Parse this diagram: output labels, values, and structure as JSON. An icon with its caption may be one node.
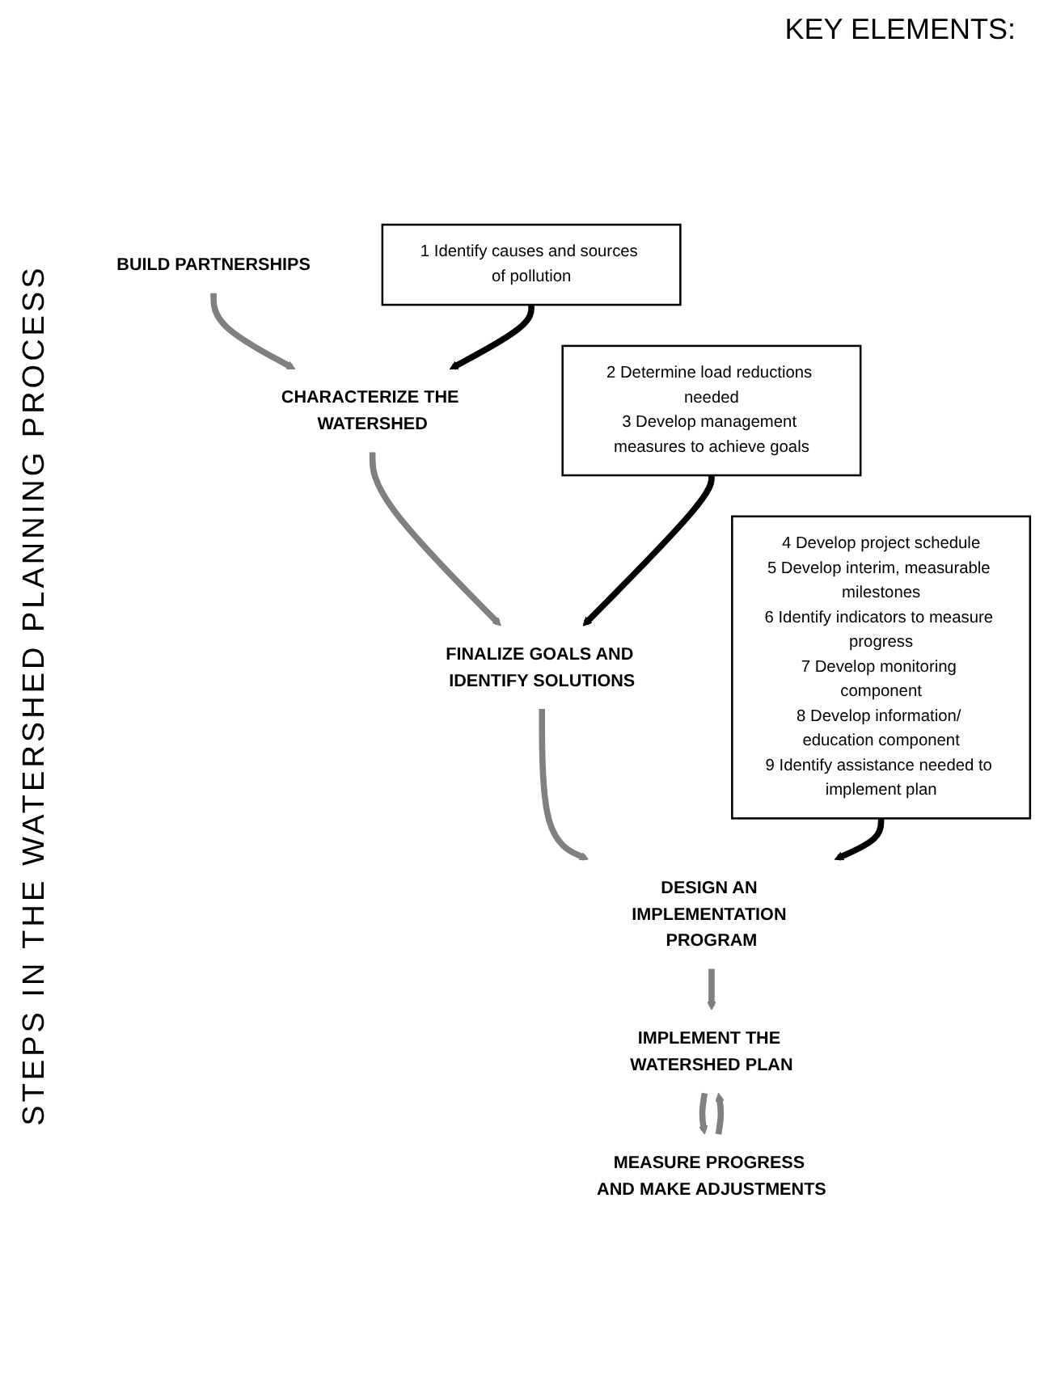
{
  "diagram": {
    "nodes": [
      {
        "text": [
          "BUILD PARTNERSHIPS"
        ]
      },
      {
        "text": [
          "CHARACTERIZE THE WATERSHED"
        ]
      },
      {
        "text": [
          "FINALIZE GOALS AND IDENTIFY SOLUTIONS"
        ]
      },
      {
        "text": [
          "DESIGN AN IMPLEMENTATION PROGRAM"
        ]
      },
      {
        "text": [
          "IMPLEMENT THE WATERSHED PLAN"
        ]
      },
      {
        "text": [
          "MEASURE PROGRESS AND MAKE ADJUSTMENTS"
        ]
      },
      {
        "text": [
          "1 Identify causes and sources of pollution"
        ]
      },
      {
        "text": [
          "2 Determine load reductions needed",
          "3 Develop management measures to achieve goals"
        ]
      },
      {
        "text": [
          "4 Develop project schedule",
          "5 Develop interim, measurable milestones",
          "6 Identify indicators to measure progress",
          "7 Develop monitoring component",
          "8 Develop information/ education component",
          "9 Identify assistance needed to implement plan"
        ]
      }
    ],
    "edges": [
      {
        "from": 0,
        "to": 1,
        "arrow": "to"
      },
      {
        "from": 1,
        "to": 2,
        "arrow": "to"
      },
      {
        "from": 2,
        "to": 3,
        "arrow": "to"
      },
      {
        "from": 3,
        "to": 4,
        "arrow": "to"
      },
      {
        "from": 4,
        "to": 5,
        "arrow": "to"
      },
      {
        "from": 6,
        "to": 1,
        "arrow": "to",
        "color": "#000000"
      },
      {
        "from": 7,
        "to": 2,
        "arrow": "to",
        "color": "#000000"
      },
      {
        "from": 8,
        "to": 3,
        "arrow": "to",
        "color": "#000000"
      },
      {
        "from": 5,
        "to": 4,
        "arrow": "to"
      }
    ],
    "labels": [
      "KEY ELEMENTS:",
      "STEPS IN THE WATERSHED PLANNING PROCESS"
    ]
  }
}
